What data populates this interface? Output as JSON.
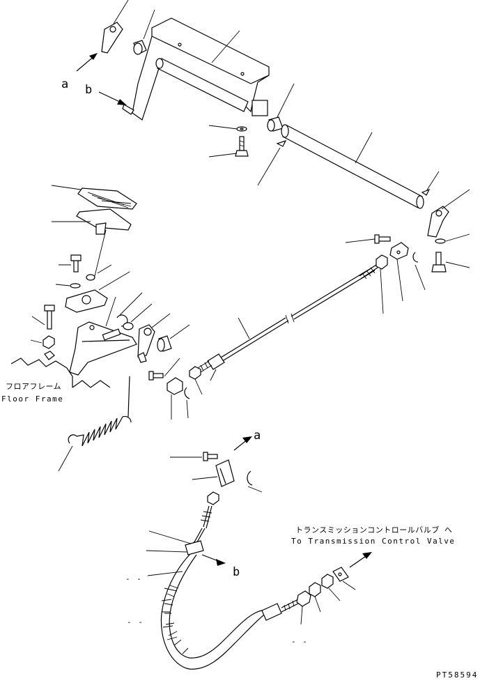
{
  "markers": {
    "a": "a",
    "b": "b"
  },
  "floor_frame": {
    "jp": "フロアフレーム",
    "en": "Floor Frame"
  },
  "transmission": {
    "jp": "トランスミッションコントロールバルブ へ",
    "en": "To Transmission Control Valve"
  },
  "dash": "- -",
  "part_code": "PT58594"
}
